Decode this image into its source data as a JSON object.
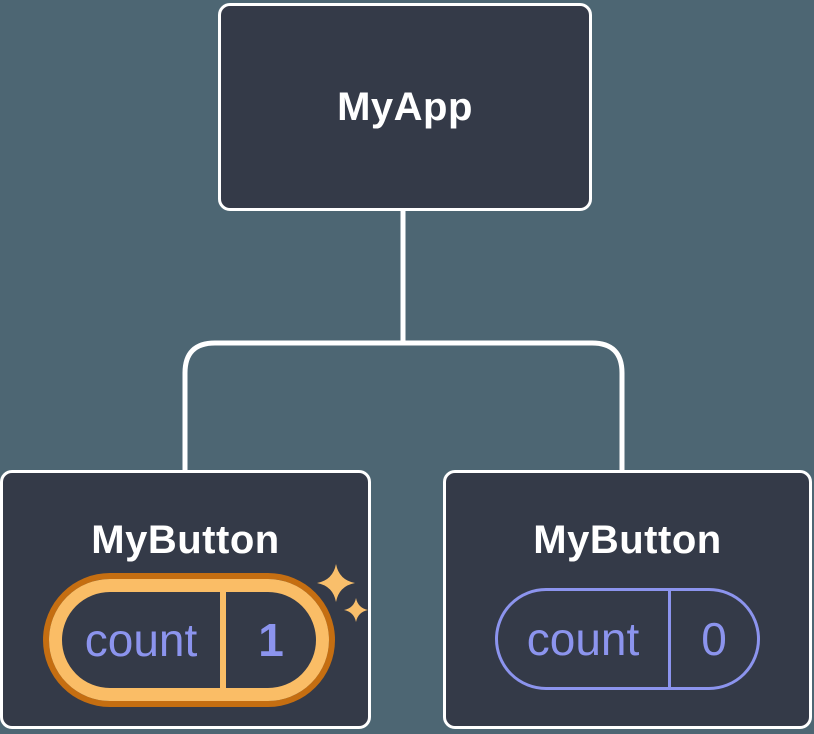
{
  "diagram": {
    "root": {
      "label": "MyApp"
    },
    "children": [
      {
        "label": "MyButton",
        "state": {
          "name": "count",
          "value": "1"
        },
        "highlighted": true
      },
      {
        "label": "MyButton",
        "state": {
          "name": "count",
          "value": "0"
        },
        "highlighted": false
      }
    ]
  },
  "icons": {
    "highlight": "sparkles-icon"
  },
  "colors": {
    "background": "#4D6673",
    "node_fill": "#343A48",
    "node_border": "#FFFFFF",
    "connector": "#FFFFFF",
    "state_purple": "#8C94EE",
    "highlight_orange_light": "#FABD66",
    "highlight_orange_dark": "#C56E11",
    "sparkle_gold": "#F9BF6B",
    "text_white": "#FFFFFF"
  }
}
